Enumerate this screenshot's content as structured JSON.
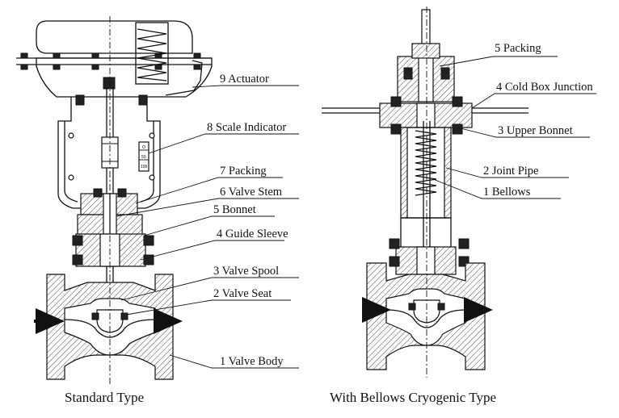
{
  "standard": {
    "caption": "Standard Type",
    "labels": [
      "9 Actuator",
      "8 Scale Indicator",
      "7 Packing",
      "6 Valve Stem",
      "5 Bonnet",
      "4 Guide Sleeve",
      "3 Valve Spool",
      "2 Valve Seat",
      "1 Valve Body"
    ],
    "scale_marks": [
      "O",
      "50",
      "100"
    ]
  },
  "cryogenic": {
    "caption": "With Bellows Cryogenic Type",
    "labels": [
      "5 Packing",
      "4 Cold Box Junction",
      "3 Upper Bonnet",
      "2 Joint Pipe",
      "1 Bellows"
    ]
  }
}
